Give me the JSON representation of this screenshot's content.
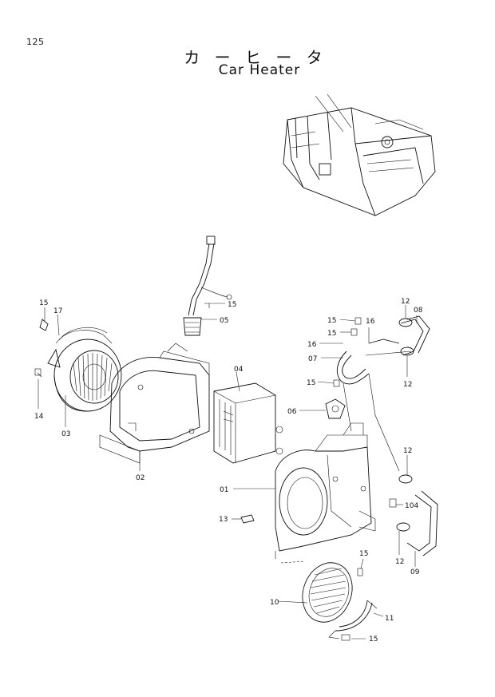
{
  "page": {
    "number": "125",
    "title_jp": "カ ー ヒ ー タ",
    "title_en": "Car Heater"
  },
  "callouts": {
    "c15a": "15",
    "c17": "17",
    "c14": "14",
    "c03": "03",
    "c02": "02",
    "c15b": "15",
    "c05": "05",
    "c04": "04",
    "c01": "01",
    "c13": "13",
    "c10": "10",
    "c15c": "15",
    "c11": "11",
    "c15d": "15",
    "c15e": "15",
    "c15f": "15",
    "c16a": "16",
    "c16b": "16",
    "c07": "07",
    "c15g": "15",
    "c06": "06",
    "c12a": "12",
    "c08": "08",
    "c12b": "12",
    "c12c": "12",
    "c104": "104",
    "c12d": "12",
    "c09": "09"
  }
}
